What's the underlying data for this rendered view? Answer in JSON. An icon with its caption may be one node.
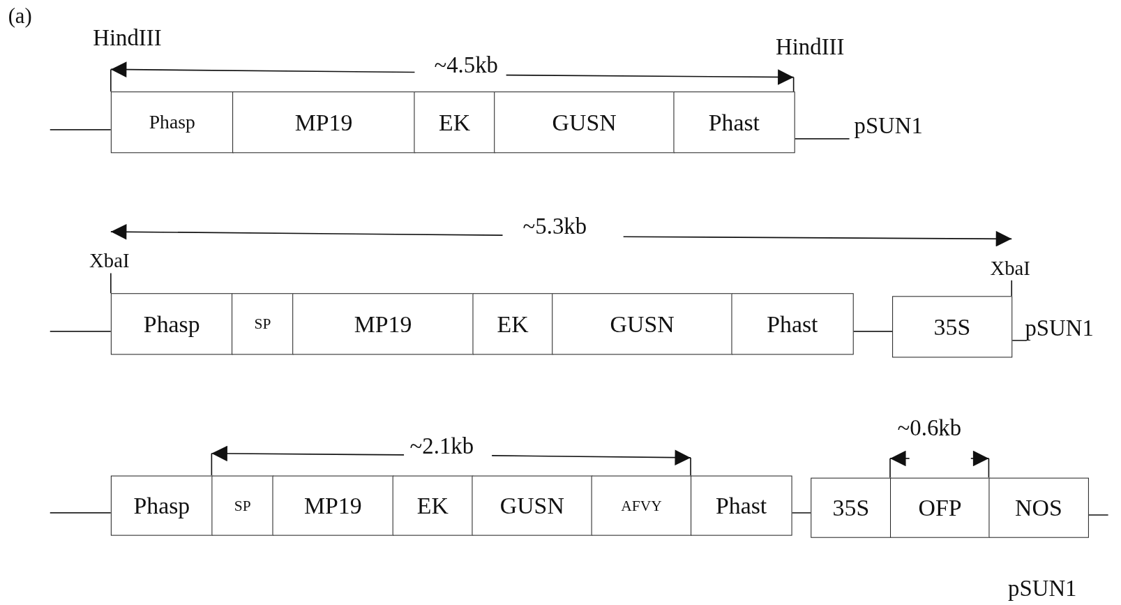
{
  "diagram": {
    "nodes": [
      {
        "text": [
          "Phasp"
        ]
      },
      {
        "text": [
          "MP19"
        ]
      },
      {
        "text": [
          "EK"
        ]
      },
      {
        "text": [
          "GUSN"
        ]
      },
      {
        "text": [
          "Phast"
        ]
      },
      {
        "text": [
          "pSUN1"
        ]
      },
      {
        "text": [
          "Phasp"
        ]
      },
      {
        "text": [
          "SP"
        ]
      },
      {
        "text": [
          "MP19"
        ]
      },
      {
        "text": [
          "EK"
        ]
      },
      {
        "text": [
          "GUSN"
        ]
      },
      {
        "text": [
          "Phast"
        ]
      },
      {
        "text": [
          "35S"
        ]
      },
      {
        "text": [
          "pSUN1"
        ]
      },
      {
        "text": [
          "Phasp"
        ]
      },
      {
        "text": [
          "SP"
        ]
      },
      {
        "text": [
          "MP19"
        ]
      },
      {
        "text": [
          "EK"
        ]
      },
      {
        "text": [
          "GUSN"
        ]
      },
      {
        "text": [
          "AFVY"
        ]
      },
      {
        "text": [
          "Phast"
        ]
      },
      {
        "text": [
          "35S"
        ]
      },
      {
        "text": [
          "OFP"
        ]
      },
      {
        "text": [
          "NOS"
        ]
      }
    ],
    "edges": [
      {
        "from": null,
        "to": 0,
        "arrow": "none"
      },
      {
        "from": 4,
        "to": 5,
        "arrow": "none"
      },
      {
        "from": null,
        "to": 6,
        "arrow": "none"
      },
      {
        "from": 11,
        "to": 12,
        "arrow": "none"
      },
      {
        "from": 12,
        "to": 13,
        "arrow": "none"
      },
      {
        "from": null,
        "to": 14,
        "arrow": "none"
      },
      {
        "from": 20,
        "to": 21,
        "arrow": "none"
      },
      {
        "from": 23,
        "to": null,
        "arrow": "none"
      }
    ],
    "labels": [
      "(a)",
      "HindIII",
      "~4.5kb",
      "HindIII",
      "~5.3kb",
      "XbaI",
      "XbaI",
      "~2.1kb",
      "~0.6kb",
      "pSUN1"
    ]
  }
}
